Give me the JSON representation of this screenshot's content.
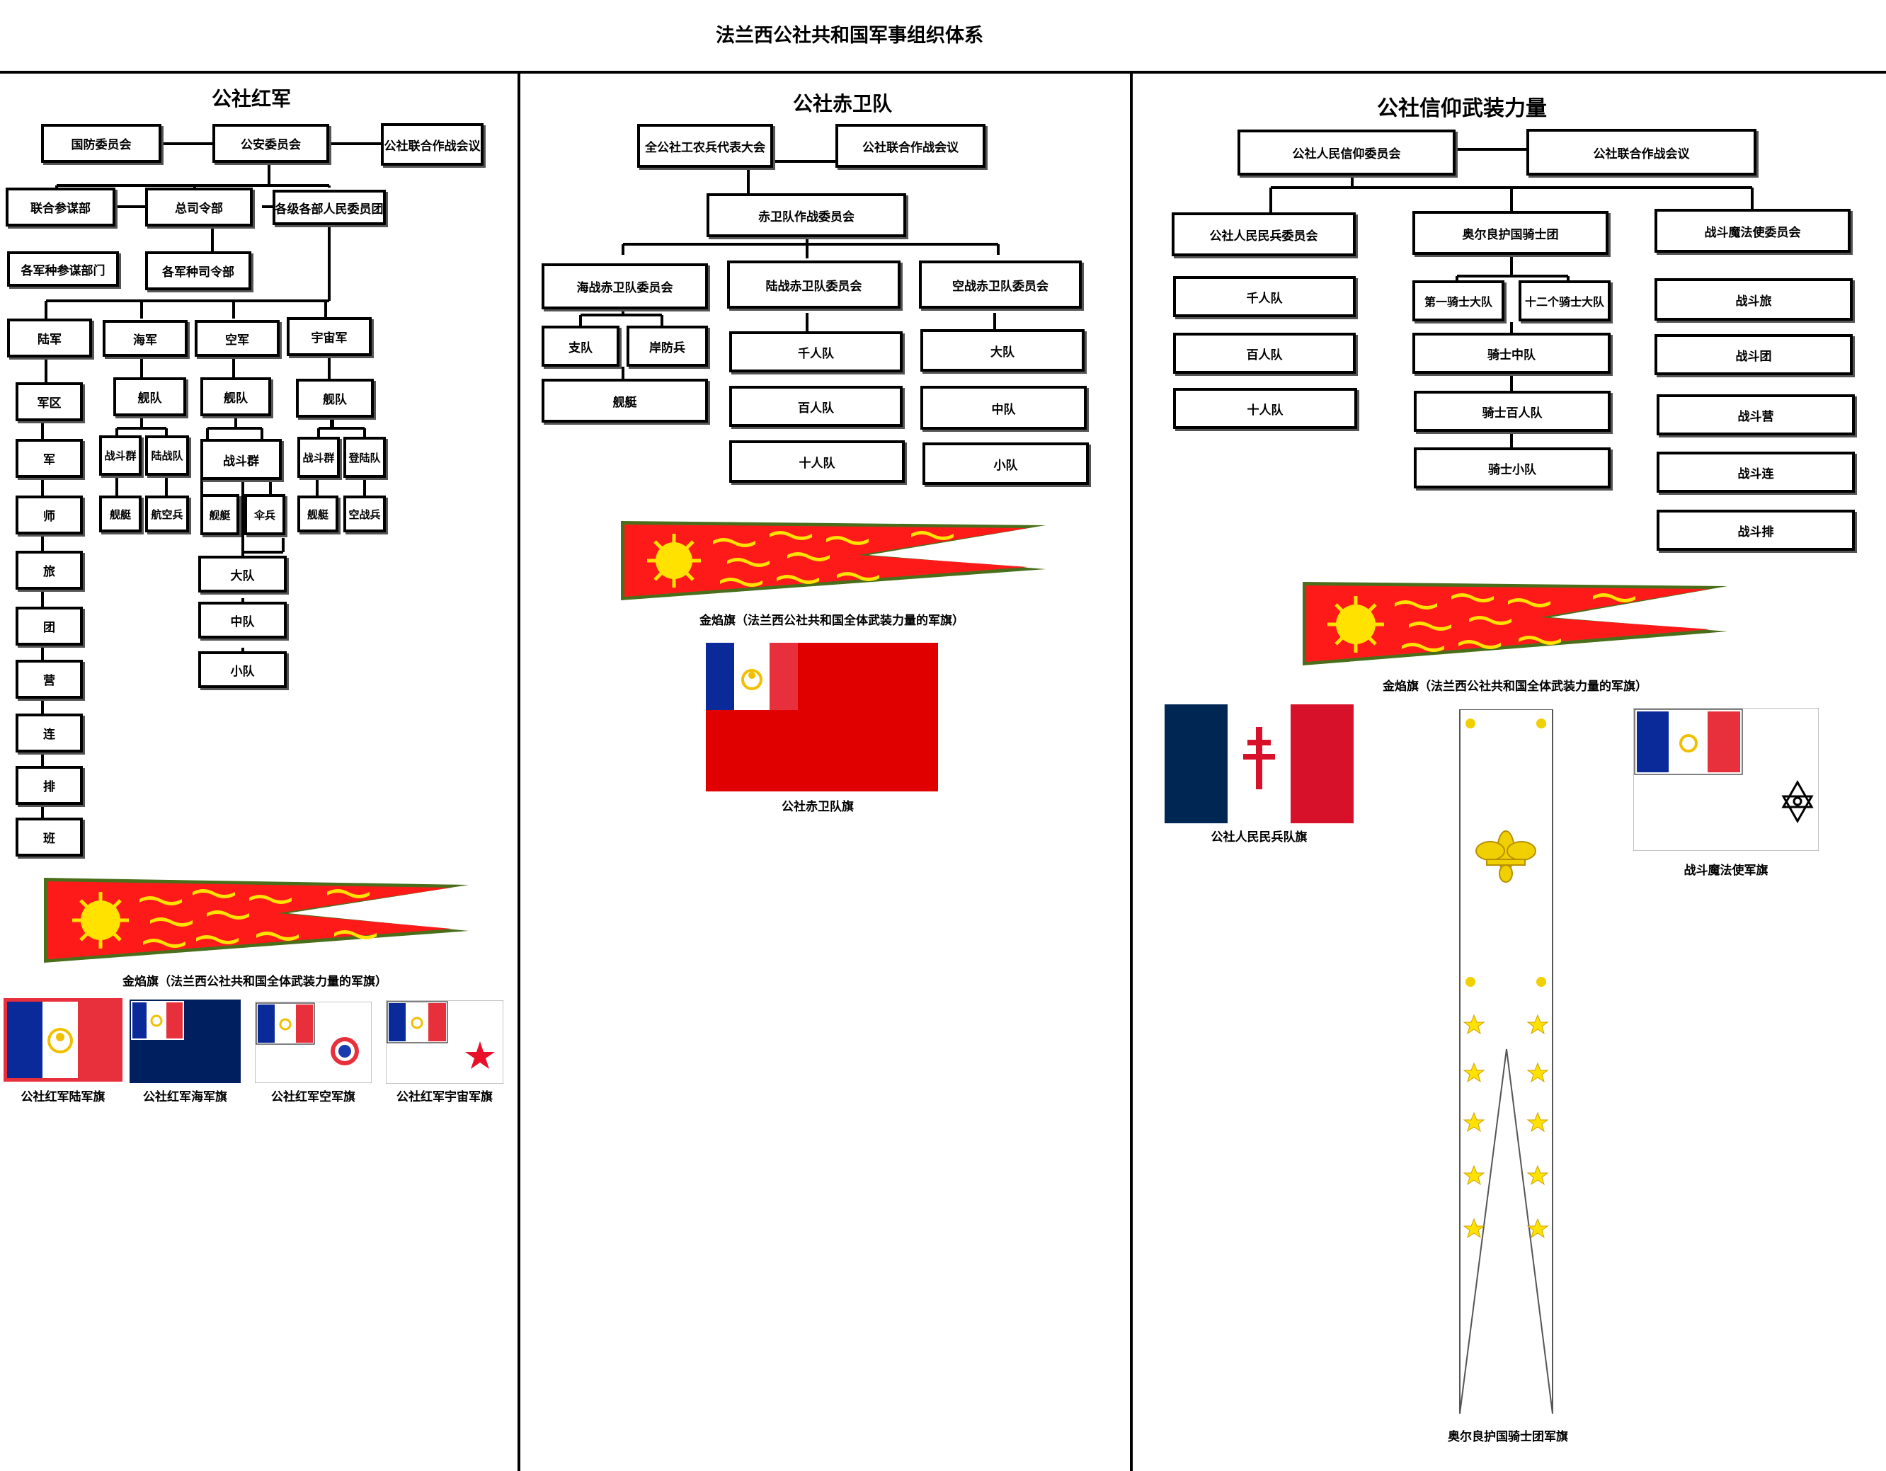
{
  "page_title": "法兰西公社共和国军事组织体系",
  "sections": {
    "red_army": {
      "title": "公社红军",
      "nodes": {
        "defense": "国防委员会",
        "security": "公安委员会",
        "joint_war": "公社联合作战会议",
        "joint_staff": "联合参谋部",
        "general_hq": "总司令部",
        "peoples_commissars": "各级各部人民委员团",
        "branch_staff": "各军种参谋部门",
        "branch_hq": "各军种司令部",
        "army": "陆军",
        "navy": "海军",
        "air": "空军",
        "space": "宇宙军",
        "army_units": [
          "军区",
          "军",
          "师",
          "旅",
          "团",
          "营",
          "连",
          "排",
          "班"
        ],
        "navy_fleet": "舰队",
        "navy_battlegroup": "战斗群",
        "navy_marines": "陆战队",
        "navy_ships": "舰艇",
        "navy_aviation": "航空兵",
        "air_fleet": "舰队",
        "air_battlegroup": "战斗群",
        "air_ships": "舰艇",
        "air_paratroopers": "伞兵",
        "air_units": [
          "大队",
          "中队",
          "小队"
        ],
        "space_fleet": "舰队",
        "space_battlegroup": "战斗群",
        "space_landing": "登陆队",
        "space_ships": "舰艇",
        "space_space": "空战兵"
      },
      "flag_caption": "金焰旗（法兰西公社共和国全体武装力量的军旗）",
      "branch_flags": [
        "公社红军陆军旗",
        "公社红军海军旗",
        "公社红军空军旗",
        "公社红军宇宙军旗"
      ]
    },
    "red_guard": {
      "title": "公社赤卫队",
      "nodes": {
        "congress": "全公社工农兵代表大会",
        "joint_war": "公社联合作战会议",
        "committee": "赤卫队作战委员会",
        "sea": "海战赤卫队委员会",
        "land": "陆战赤卫队委员会",
        "air": "空战赤卫队委员会",
        "sea_detachment": "支队",
        "sea_coastal": "岸防兵",
        "sea_ships": "舰艇",
        "land_units": [
          "千人队",
          "百人队",
          "十人队"
        ],
        "air_units": [
          "大队",
          "中队",
          "小队"
        ]
      },
      "flag_caption": "金焰旗（法兰西公社共和国全体武装力量的军旗）",
      "guard_flag_caption": "公社赤卫队旗"
    },
    "faith_forces": {
      "title": "公社信仰武装力量",
      "nodes": {
        "faith_committee": "公社人民信仰委员会",
        "joint_war": "公社联合作战会议",
        "militia_committee": "公社人民民兵委员会",
        "knights": "奥尔良护国骑士团",
        "mage_committee": "战斗魔法使委员会",
        "militia_units": [
          "千人队",
          "百人队",
          "十人队"
        ],
        "knight_first": "第一骑士大队",
        "knight_twelve": "十二个骑士大队",
        "knight_units": [
          "骑士中队",
          "骑士百人队",
          "骑士小队"
        ],
        "mage_units": [
          "战斗旅",
          "战斗团",
          "战斗营",
          "战斗连",
          "战斗排"
        ]
      },
      "flag_caption": "金焰旗（法兰西公社共和国全体武装力量的军旗）",
      "militia_flag_caption": "公社人民民兵队旗",
      "knight_flag_caption": "奥尔良护国骑士团军旗",
      "mage_flag_caption": "战斗魔法使军旗"
    }
  },
  "colors": {
    "french_blue": "#0a2a9a",
    "navy_blue": "#001f5e",
    "french_red": "#e8303c",
    "flag_red": "#ff1a1a",
    "border_green": "#4a6e1a",
    "sun_yellow": "#ffe200",
    "gold": "#f0c000"
  },
  "icons": [
    "sun-icon",
    "roundel-icon",
    "red-star-icon",
    "lorraine-cross-icon",
    "fleur-de-lis-icon",
    "unicursal-hexagram-icon",
    "wreath-emblem-icon"
  ]
}
